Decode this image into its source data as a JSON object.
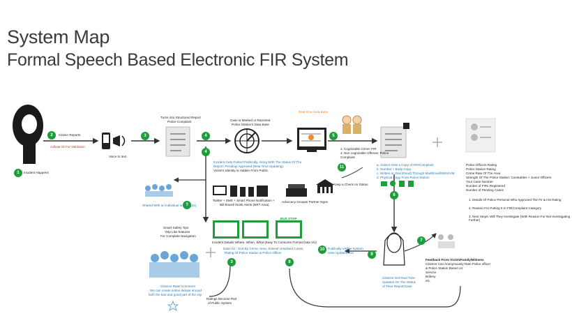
{
  "header": {
    "title": "System Map",
    "subtitle": "Formal Speech Based Electronic FIR System"
  },
  "steps": [
    "1",
    "2",
    "3",
    "4",
    "4",
    "5",
    "6",
    "7",
    "8",
    "9",
    "10",
    "11",
    "3"
  ],
  "labels": {
    "incident": "Incident Happens",
    "citizen_reports": "Citizen Reports",
    "aadhaar_validation": "Adhaar ID For Validation",
    "voice_to_text": "Voice to text",
    "structured_report_1": "Turns into Structured Report",
    "structured_report_2": "Police Complaint",
    "case_db_1": "Case is Marked or Reported",
    "case_db_2": "Police Station's Data Base",
    "real_time_db": "Real time Data Base",
    "cognizable_1": "1. Cognizable Crime: FIR",
    "cognizable_2": "2. Non cognizable Offense: Police",
    "cognizable_3": "Complaint",
    "public_status_1": "Incident Gets Posted Publically, Along With The Status Of The",
    "public_status_2": "Report: Pending/ Approved (Real Time Updating).",
    "identity_hidden": "Victim's Identity is Hidden From Public.",
    "citizen_copy_a": "a. Citizen Gets a Copy of FIR/Complaint",
    "citizen_copy_b": "b. Number + Body Copy",
    "citizen_copy_c": "c. Written or Oral (Read) Through Mail/Email/SMS/IVM",
    "citizen_copy_d": "d. Physical Copy From Police Station",
    "check_status": "Keep a Check on Status",
    "notifications_1": "Twitter + SMS + Smart Phone Notification  +",
    "notifications_2": "Bill Board/ Kiosk Alerts (NRT Area)",
    "advocacy": "Advocacy Groups/ Partner Ngos",
    "shared": "Shared With an Individual or Group(s)",
    "safety_tips_1": "Smart Safety Tips",
    "safety_tips_2": "Yelp Like features",
    "safety_tips_3": "For Complete Navigation",
    "bus_stop": "BUS STOP",
    "incident_detail": "Incident Details Where, When, What (Easy To Consume Format Data Viz)",
    "dataviz_1": "Data Viz :  Sort By Crime, Area, Solved/ Unsolved Cases,",
    "dataviz_2": "Rating Of Police Station & Police Officer",
    "citizen_rate_1": "Citizens Rate/ Comment",
    "citizen_rate_2": "We can create online debate around",
    "citizen_rate_3": "both the bad and good part of the city",
    "ratings_1": "Ratings Become Part",
    "ratings_2": "of Public System",
    "publicly_visible_1": "Publically Visible System",
    "publicly_visible_2": "Gets Updated Too",
    "real_time_updates_1": "Citizens Get Real Time",
    "real_time_updates_2": "Updates On The Status",
    "real_time_updates_3": "of Their Report/Case",
    "feedback_1": "Feedback From Victim/Family/Witness",
    "feedback_2": "Citizens Can Anonymously Rate Police officer",
    "feedback_3": "& Police Station Based on:",
    "feedback_4": "Service",
    "feedback_5": "Bribery",
    "feedback_6": "etc.",
    "officer_1": "Police Officers Rating",
    "officer_2": "Police Station Rating",
    "officer_3": "Crime Rate Of The Area",
    "officer_4": "Strength Of The Police Station: Constables + Junior Officers",
    "officer_5": "Your Case Number",
    "officer_6": "Number of FIRs Registered",
    "officer_7": "Number of Pending Cases",
    "detail_1": "1. Details Of Police Personal Who Approved The Fir & His Rating",
    "detail_2": "2. Reason For Putting It In FIR/Complaint Category",
    "detail_3": "3. Next Steps: Will They Investigate (With Reason For Not Investigating Further)"
  },
  "colors": {
    "step_green": "#1e9e3a",
    "label_blue": "#1a78c2",
    "label_red": "#d93025",
    "label_orange": "#f28c28",
    "arrow": "#333333"
  }
}
